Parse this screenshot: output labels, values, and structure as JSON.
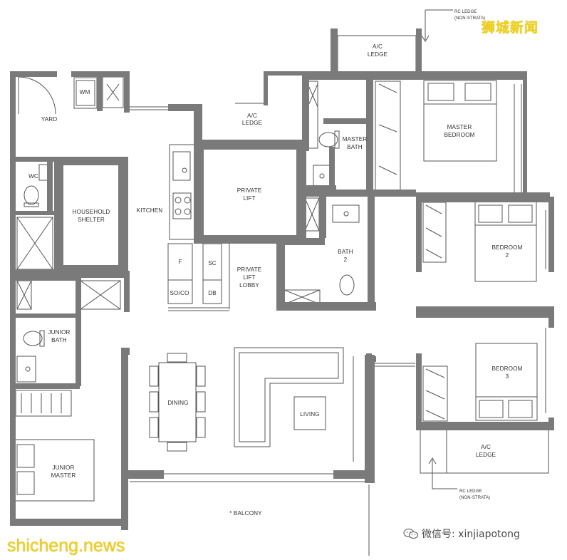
{
  "rooms": {
    "yard": "YARD",
    "wm": "WM",
    "wc": "WC",
    "household_shelter_1": "HOUSEHOLD",
    "household_shelter_2": "SHELTER",
    "kitchen": "KITCHEN",
    "ac_ledge_mid_1": "A/C",
    "ac_ledge_mid_2": "LEDGE",
    "private_lift_1": "PRIVATE",
    "private_lift_2": "LIFT",
    "private_lift_lobby_1": "PRIVATE",
    "private_lift_lobby_2": "LIFT",
    "private_lift_lobby_3": "LOBBY",
    "f": "F",
    "sc": "SC",
    "db": "DB",
    "so_co": "SO/CO",
    "ac_ledge_top_1": "A/C",
    "ac_ledge_top_2": "LEDGE",
    "master_bath_1": "MASTER",
    "master_bath_2": "BATH",
    "master_bedroom_1": "MASTER",
    "master_bedroom_2": "BEDROOM",
    "bath2_1": "BATH",
    "bath2_2": "2",
    "bedroom2_1": "BEDROOM",
    "bedroom2_2": "2",
    "junior_bath_1": "JUNIOR",
    "junior_bath_2": "BATH",
    "dining": "DINING",
    "living": "LIVING",
    "bedroom3_1": "BEDROOM",
    "bedroom3_2": "3",
    "ac_ledge_right_1": "A/C",
    "ac_ledge_right_2": "LEDGE",
    "junior_master_1": "JUNIOR",
    "junior_master_2": "MASTER",
    "balcony": "* BALCONY"
  },
  "notes": {
    "rc_ledge_top_1": "RC LEDGE",
    "rc_ledge_top_2": "(NON-STRATA)",
    "rc_ledge_bottom_1": "RC LEDGE",
    "rc_ledge_bottom_2": "(NON-STRATA)"
  },
  "watermarks": {
    "top_right": "狮城新闻",
    "bottom_left": "shicheng.news",
    "wechat": "微信号: xinjiapotong"
  },
  "colors": {
    "wall": "#7a7a7a",
    "line": "#555555",
    "watermark_yellow": "#f2d21a"
  }
}
